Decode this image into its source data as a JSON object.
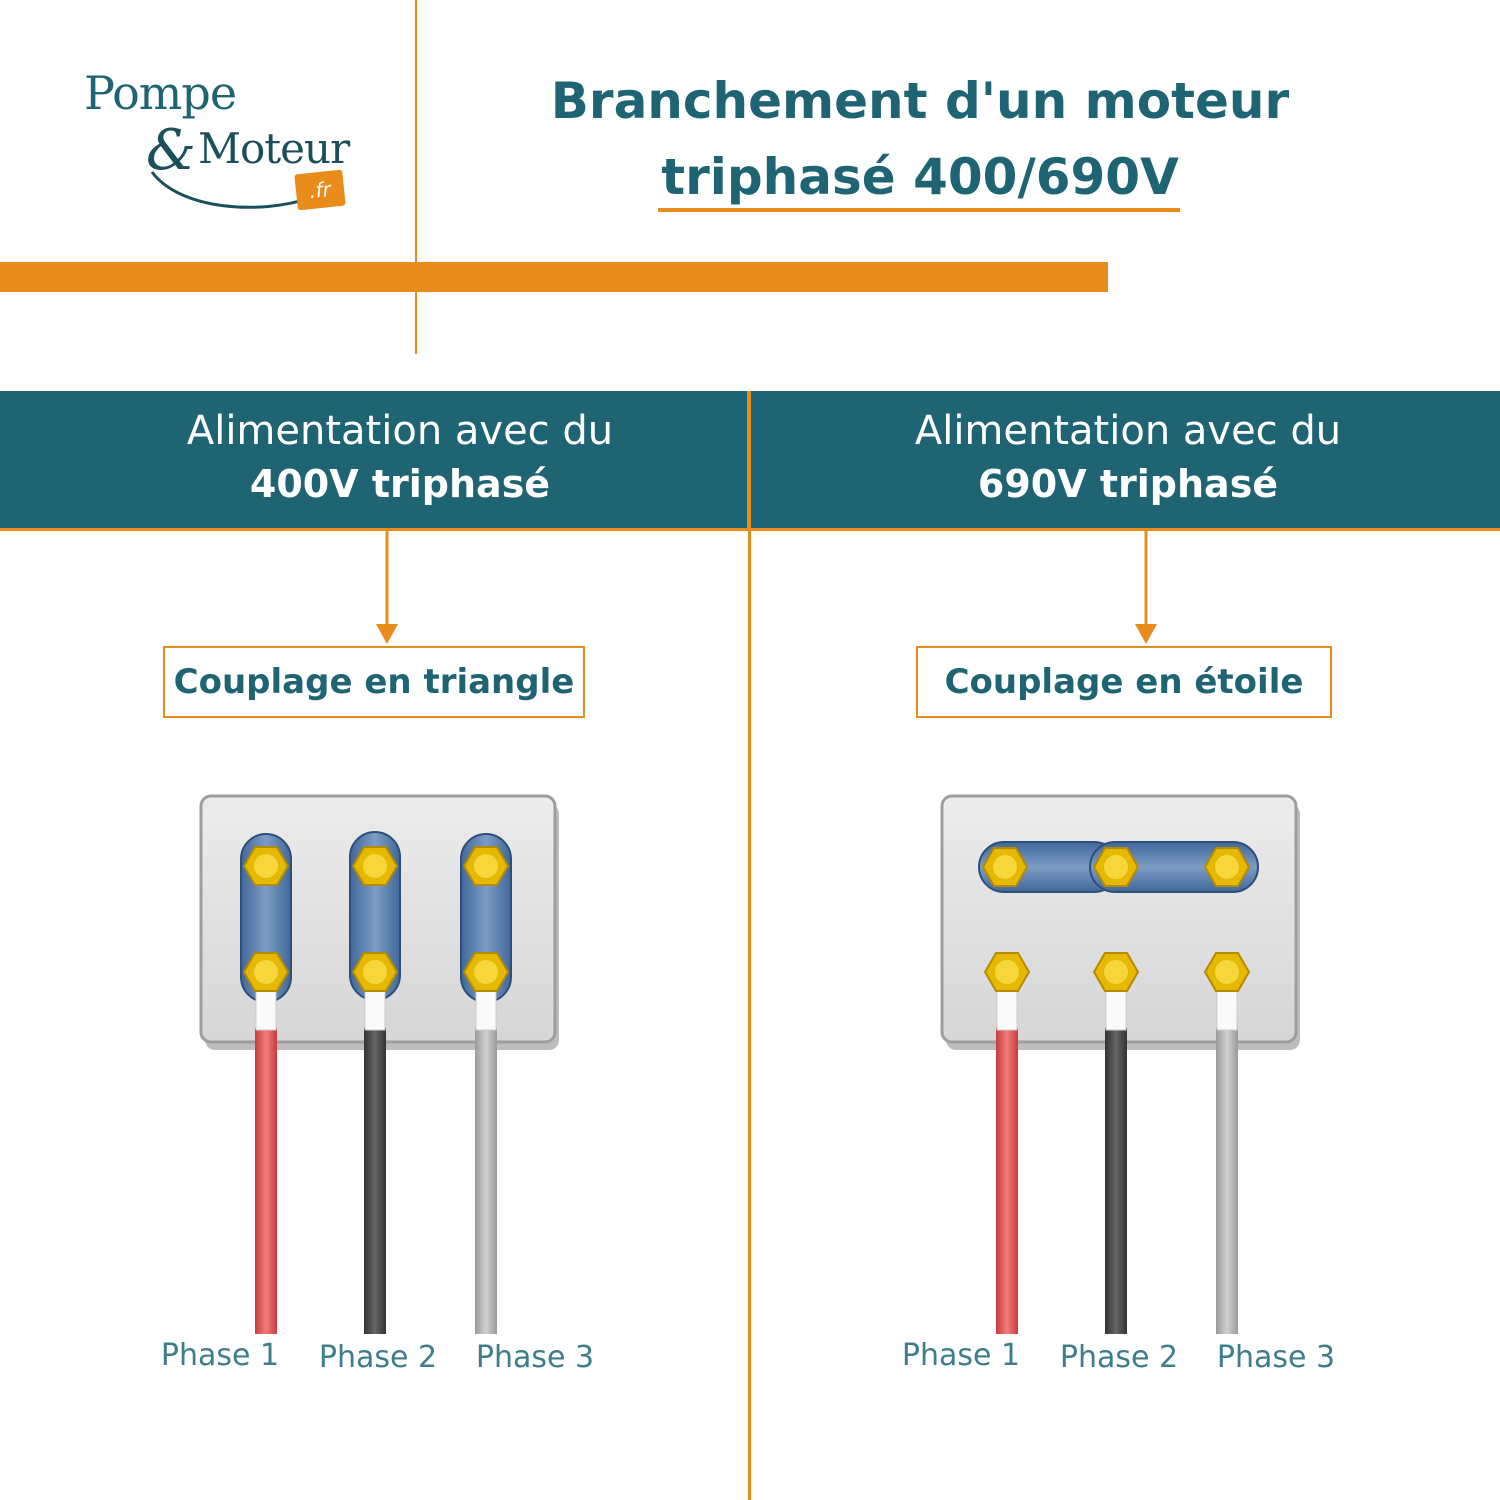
{
  "logo": {
    "line1": "Pompe",
    "amp": "&",
    "line2": "Moteur",
    "tld": ".fr"
  },
  "title": {
    "line1": "Branchement d'un moteur",
    "line2": "triphasé 400/690V"
  },
  "left": {
    "header_line1": "Alimentation avec du",
    "header_line2": "400V triphasé",
    "coupling": "Couplage en triangle",
    "phases": [
      "Phase 1",
      "Phase 2",
      "Phase 3"
    ]
  },
  "right": {
    "header_line1": "Alimentation avec du",
    "header_line2": "690V triphasé",
    "coupling": "Couplage en étoile",
    "phases": [
      "Phase 1",
      "Phase 2",
      "Phase 3"
    ]
  },
  "colors": {
    "brand_teal": "#1f6473",
    "accent_orange": "#ea8c1c",
    "phase1_wire": "#e05556",
    "phase2_wire": "#4a4a4a",
    "phase3_wire": "#b0b0b0",
    "bolt": "#f2cf2a",
    "link_bar": "#5b82b0",
    "terminal_box": "#e3e3e3"
  }
}
